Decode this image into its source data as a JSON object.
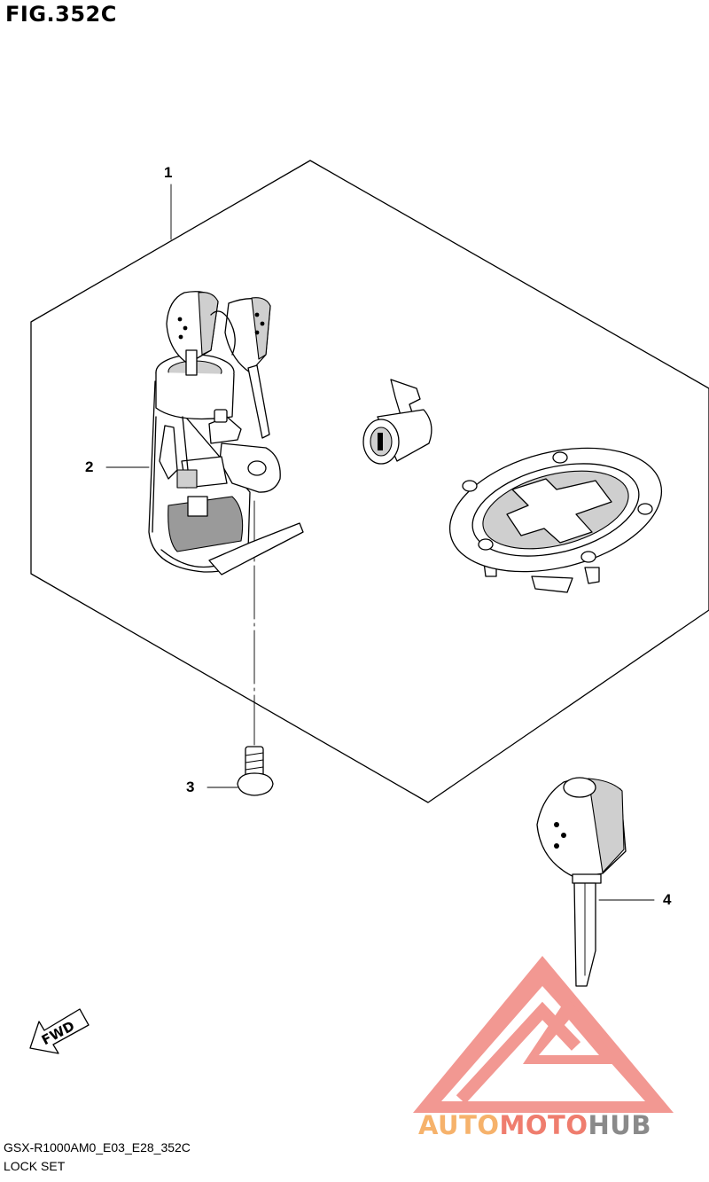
{
  "figure": {
    "title": "FIG.352C",
    "code": "GSX-R1000AM0_E03_E28_352C",
    "name": "LOCK SET"
  },
  "callouts": [
    {
      "number": "1",
      "part": "lock set"
    },
    {
      "number": "2",
      "part": "ignition switch"
    },
    {
      "number": "3",
      "part": "bolt"
    },
    {
      "number": "4",
      "part": "key blank"
    }
  ],
  "direction_marker": {
    "label": "FWD",
    "icon": "fwd-arrow-icon"
  },
  "watermark": {
    "part1": "AUTO",
    "part2": "MOTO",
    "part3": "HUB",
    "colors": {
      "auto": "#f6b26b",
      "moto": "#ef7d6e",
      "hub": "#8a8a8a",
      "logo": "#e8443a"
    }
  }
}
